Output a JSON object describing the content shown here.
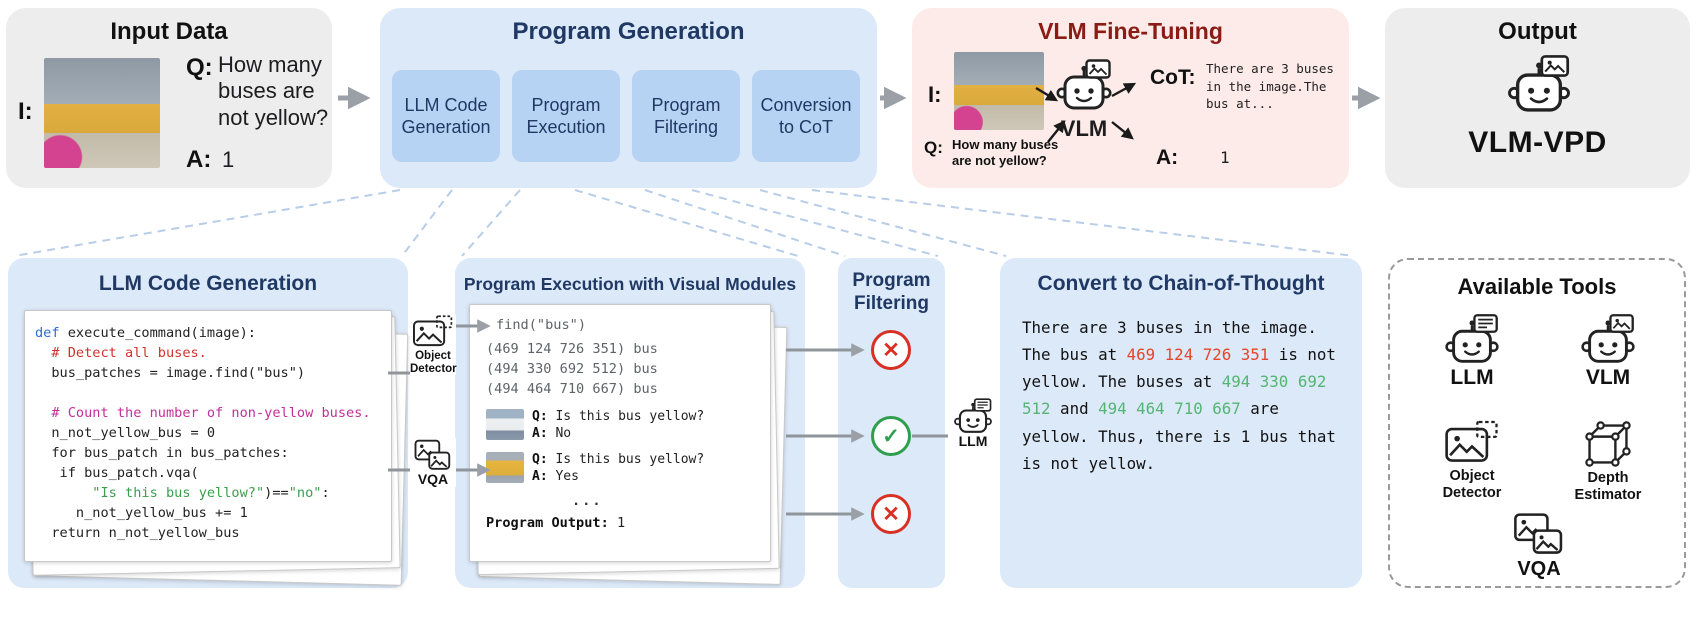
{
  "colors": {
    "panel_blue": "#dce9f9",
    "panel_gray": "#ededed",
    "panel_pink": "#fcebe8",
    "step_blue": "#b7d3f3",
    "title_navy": "#1f3864",
    "title_red": "#8a1c15",
    "reject_red": "#d93025",
    "accept_green": "#2f9e4f",
    "cot_red": "#e8442a",
    "cot_green": "#54b573"
  },
  "top": {
    "input_data": {
      "title": "Input Data",
      "i_label": "I:",
      "q_label": "Q:",
      "question": "How many buses are not yellow?",
      "a_label": "A:",
      "answer": "1"
    },
    "program_generation": {
      "title": "Program Generation",
      "steps": [
        {
          "label": "LLM Code Generation"
        },
        {
          "label": "Program Execution"
        },
        {
          "label": "Program Filtering"
        },
        {
          "label": "Conversion to CoT"
        }
      ]
    },
    "vlm_fine_tuning": {
      "title": "VLM Fine-Tuning",
      "i_label": "I:",
      "q_label": "Q:",
      "question": "How many buses are not yellow?",
      "model_label": "VLM",
      "cot_label": "CoT:",
      "cot_preview": "There are 3 buses in the image.The bus at...",
      "a_label": "A:",
      "answer": "1"
    },
    "output": {
      "title": "Output",
      "model_name": "VLM-VPD"
    }
  },
  "bottom": {
    "code_generation": {
      "title": "LLM Code Generation",
      "code": [
        [
          "def ",
          "execute_command(image):"
        ],
        [
          "  # Detect all buses."
        ],
        [
          "  bus_patches = image.find(\"bus\")"
        ],
        [
          " "
        ],
        [
          "  # Count the number of non-yellow buses."
        ],
        [
          "  n_not_yellow_bus = 0"
        ],
        [
          "  for bus_patch in bus_patches:"
        ],
        [
          "   if bus_patch.vqa("
        ],
        [
          "       ",
          "\"Is this bus yellow?\"",
          ")==",
          "\"no\"",
          ":"
        ],
        [
          "     n_not_yellow_bus += 1"
        ],
        [
          "  return n_not_yellow_bus"
        ]
      ]
    },
    "modules": {
      "object_detector_label": "Object Detector",
      "vqa_label": "VQA"
    },
    "execution": {
      "title": "Program Execution with Visual Modules",
      "trace_call": "find(\"bus\")",
      "detections": [
        "(469 124 726 351) bus",
        "(494 330 692 512) bus",
        "(494 464 710 667) bus"
      ],
      "vqa_checks": [
        {
          "q_label": "Q:",
          "question": "Is this bus yellow?",
          "a_label": "A:",
          "answer": "No"
        },
        {
          "q_label": "Q:",
          "question": "Is this bus yellow?",
          "a_label": "A:",
          "answer": "Yes"
        }
      ],
      "ellipsis": "...",
      "output_label": "Program Output:",
      "output_value": "1"
    },
    "filtering": {
      "title": "Program Filtering",
      "reject_glyph": "✕",
      "accept_glyph": "✓"
    },
    "llm_module_label": "LLM",
    "cot": {
      "title": "Convert to Chain-of-Thought",
      "segments": [
        "There are 3 buses in the image. The bus at ",
        "469 124 726 351",
        " is not yellow. The buses at ",
        "494 330 692 512",
        " and ",
        "494 464 710 667",
        " are yellow. Thus, there is 1 bus that is not yellow."
      ]
    },
    "tools": {
      "title": "Available Tools",
      "items": [
        {
          "label": "LLM"
        },
        {
          "label": "VLM"
        },
        {
          "label": "Object Detector"
        },
        {
          "label": "Depth Estimator"
        },
        {
          "label": "VQA"
        }
      ]
    }
  }
}
